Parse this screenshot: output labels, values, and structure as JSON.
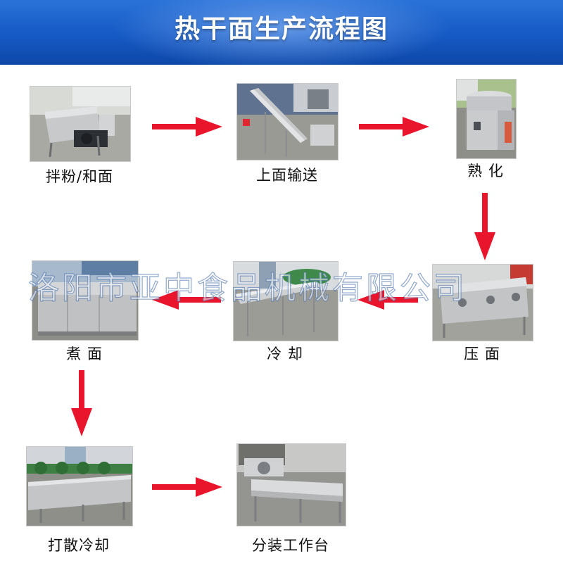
{
  "title": "热干面生产流程图",
  "watermark": "洛阳市亚中食品机械有限公司",
  "colors": {
    "header_blue": "#1559c4",
    "arrow_red": "#e8152d",
    "steel": "#b9bcc0",
    "floor": "#8d8d88"
  },
  "steps": [
    {
      "label": "拌粉/和面"
    },
    {
      "label": "上面输送"
    },
    {
      "label": "熟 化"
    },
    {
      "label": "压 面"
    },
    {
      "label": "冷 却"
    },
    {
      "label": "煮 面"
    },
    {
      "label": "打散冷却"
    },
    {
      "label": "分装工作台"
    }
  ]
}
